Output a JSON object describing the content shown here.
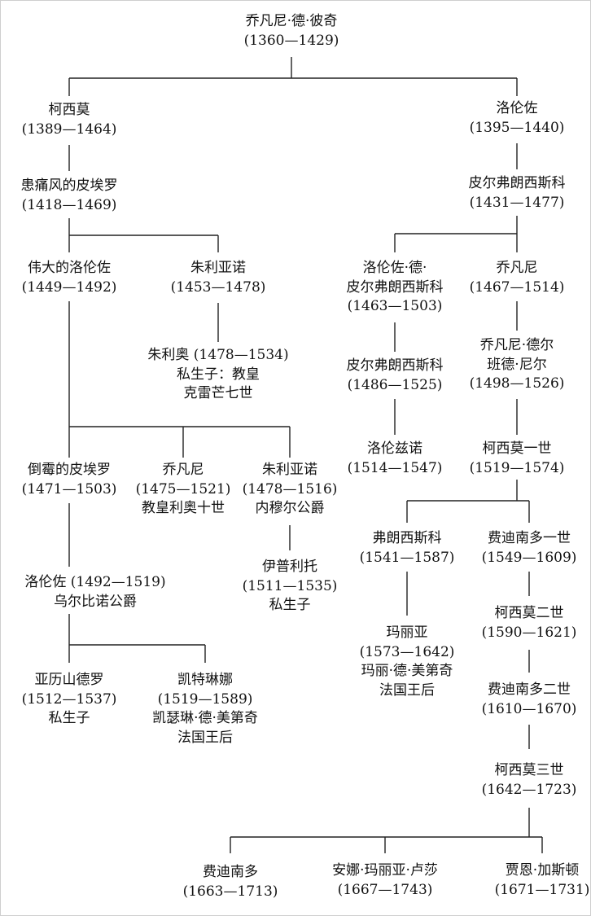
{
  "nodes": {
    "giovanni_de_bicci": [
      "乔凡尼·德·彼奇",
      "(1360—1429)"
    ],
    "cosimo": [
      "柯西莫",
      "(1389—1464)"
    ],
    "lorenzo_elder": [
      "洛伦佐",
      "(1395—1440)"
    ],
    "piero_gouty": [
      "患痛风的皮埃罗",
      "(1418—1469)"
    ],
    "pierfrancesco": [
      "皮尔弗朗西斯科",
      "(1431—1477)"
    ],
    "lorenzo_magnificent": [
      "伟大的洛伦佐",
      "(1449—1492)"
    ],
    "giuliano_1453": [
      "朱利亚诺",
      "(1453—1478)"
    ],
    "lorenzo_pierfrancesco": [
      "洛伦佐·德·",
      "皮尔弗朗西斯科",
      "(1463—1503)"
    ],
    "giovanni_1467": [
      "乔凡尼",
      "(1467—1514)"
    ],
    "giulio": [
      "朱利奥  (1478—1534)",
      "私生子：教皇",
      "克雷芒七世"
    ],
    "pierfrancesco_1486": [
      "皮尔弗朗西斯科",
      "(1486—1525)"
    ],
    "giovanni_bande_nere": [
      "乔凡尼·德尔",
      "班德·尼尔",
      "(1498—1526)"
    ],
    "lorenzino": [
      "洛伦兹诺",
      "(1514—1547)"
    ],
    "cosimo_i": [
      "柯西莫一世",
      "(1519—1574)"
    ],
    "piero_unfortunate": [
      "倒霉的皮埃罗",
      "(1471—1503)"
    ],
    "giovanni_leo_x": [
      "乔凡尼",
      "(1475—1521)",
      "教皇利奥十世"
    ],
    "giuliano_nemours": [
      "朱利亚诺",
      "(1478—1516)",
      "内穆尔公爵"
    ],
    "francesco": [
      "弗朗西斯科",
      "(1541—1587)"
    ],
    "ferdinando_i": [
      "费迪南多一世",
      "(1549—1609)"
    ],
    "lorenzo_urbino": [
      "洛伦佐  (1492—1519)",
      "乌尔比诺公爵"
    ],
    "ippolito": [
      "伊普利托",
      "(1511—1535)",
      "私生子"
    ],
    "maria": [
      "玛丽亚",
      "(1573—1642)",
      "玛丽·德·美第奇",
      "法国王后"
    ],
    "cosimo_ii": [
      "柯西莫二世",
      "(1590—1621)"
    ],
    "alessandro": [
      "亚历山德罗",
      "(1512—1537)",
      "私生子"
    ],
    "caterina": [
      "凯特琳娜",
      "(1519—1589)",
      "凯瑟琳·德·美第奇",
      "法国王后"
    ],
    "ferdinando_ii": [
      "费迪南多二世",
      "(1610—1670)"
    ],
    "cosimo_iii": [
      "柯西莫三世",
      "(1642—1723)"
    ],
    "ferdinando": [
      "费迪南多",
      "(1663—1713)"
    ],
    "anna_maria_luisa": [
      "安娜·玛丽亚·卢莎",
      "(1667—1743)"
    ],
    "gian_gastone": [
      "贾恩·加斯顿",
      "(1671—1731)"
    ]
  }
}
